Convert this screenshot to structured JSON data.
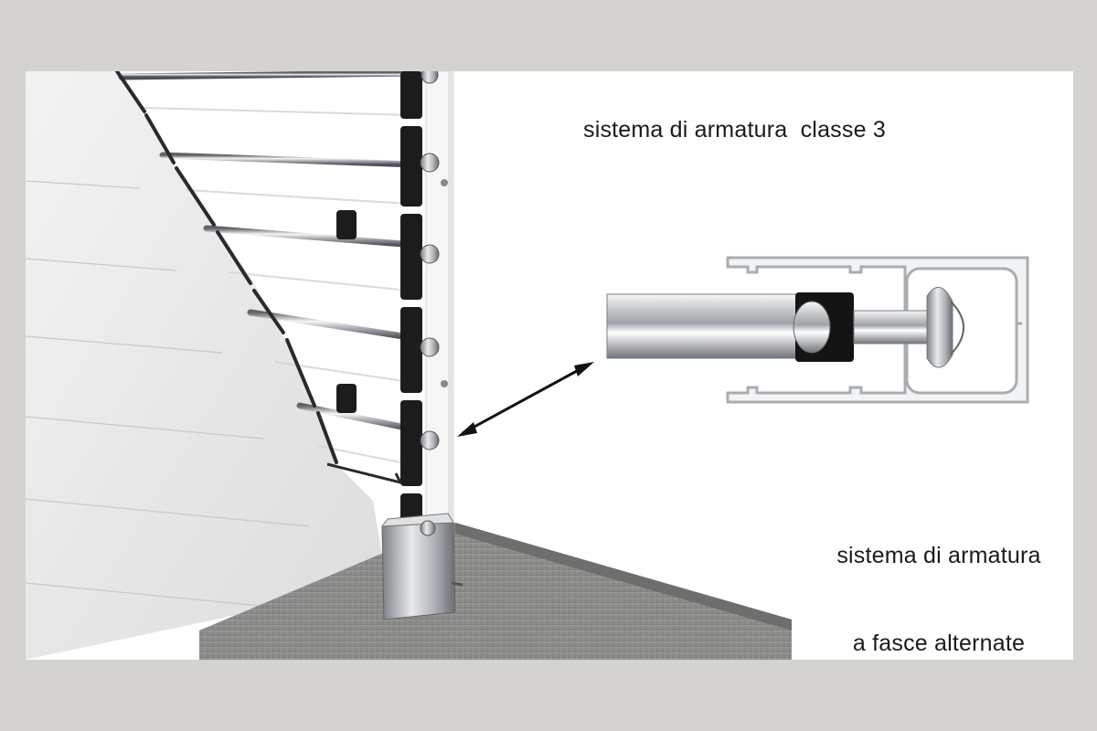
{
  "captions": {
    "top": "sistema di armatura  classe 3",
    "bottom_line1": "sistema di armatura",
    "bottom_line2": "a fasce alternate"
  },
  "colors": {
    "page_background": "#d4d3d0",
    "panel_background": "#ffffff",
    "concrete": "#8a8a88",
    "steel": "#c9cbcc",
    "rubber": "#1c1c1c",
    "slat": "#efefef"
  },
  "icons": [
    "double-arrow-icon"
  ]
}
